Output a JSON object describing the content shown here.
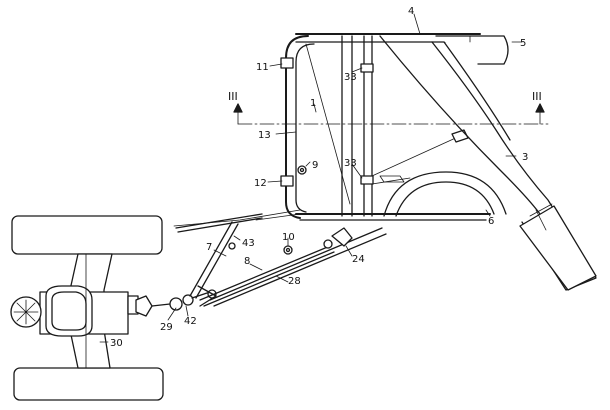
{
  "labels": {
    "l1": "1",
    "l3": "3",
    "l4": "4",
    "l5": "5",
    "l6": "6",
    "l7": "7",
    "l8": "8",
    "l9": "9",
    "l10": "10",
    "l11": "11",
    "l12": "12",
    "l13": "13",
    "l24": "24",
    "l28": "28",
    "l29": "29",
    "l30": "30",
    "l33a": "33",
    "l33b": "33",
    "l42": "42",
    "l43": "43",
    "sec_left": "III",
    "sec_right": "III"
  }
}
